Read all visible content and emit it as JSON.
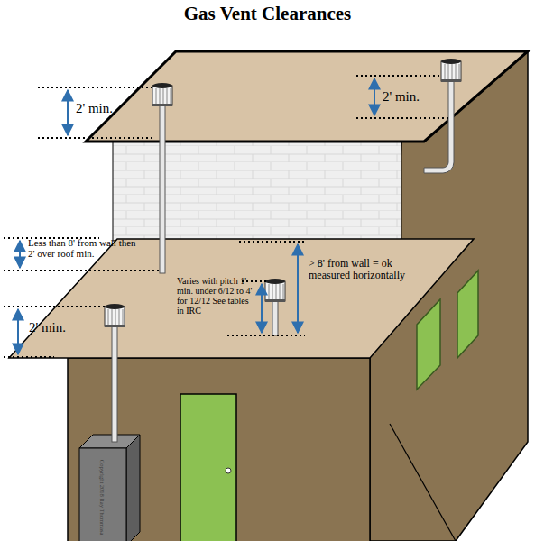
{
  "diagram": {
    "title": "Gas Vent Clearances",
    "labels": [
      "2' min.",
      "2' min.",
      "Less than 8' from wall then 2' over roof min.",
      "> 8' from wall = ok measured horizontally",
      "Varies with pitch 1' min. under 6/12 to 4' for 12/12 See tables in IRC",
      "2' min.",
      "Copyright 2018 Ray Thommasa"
    ]
  }
}
